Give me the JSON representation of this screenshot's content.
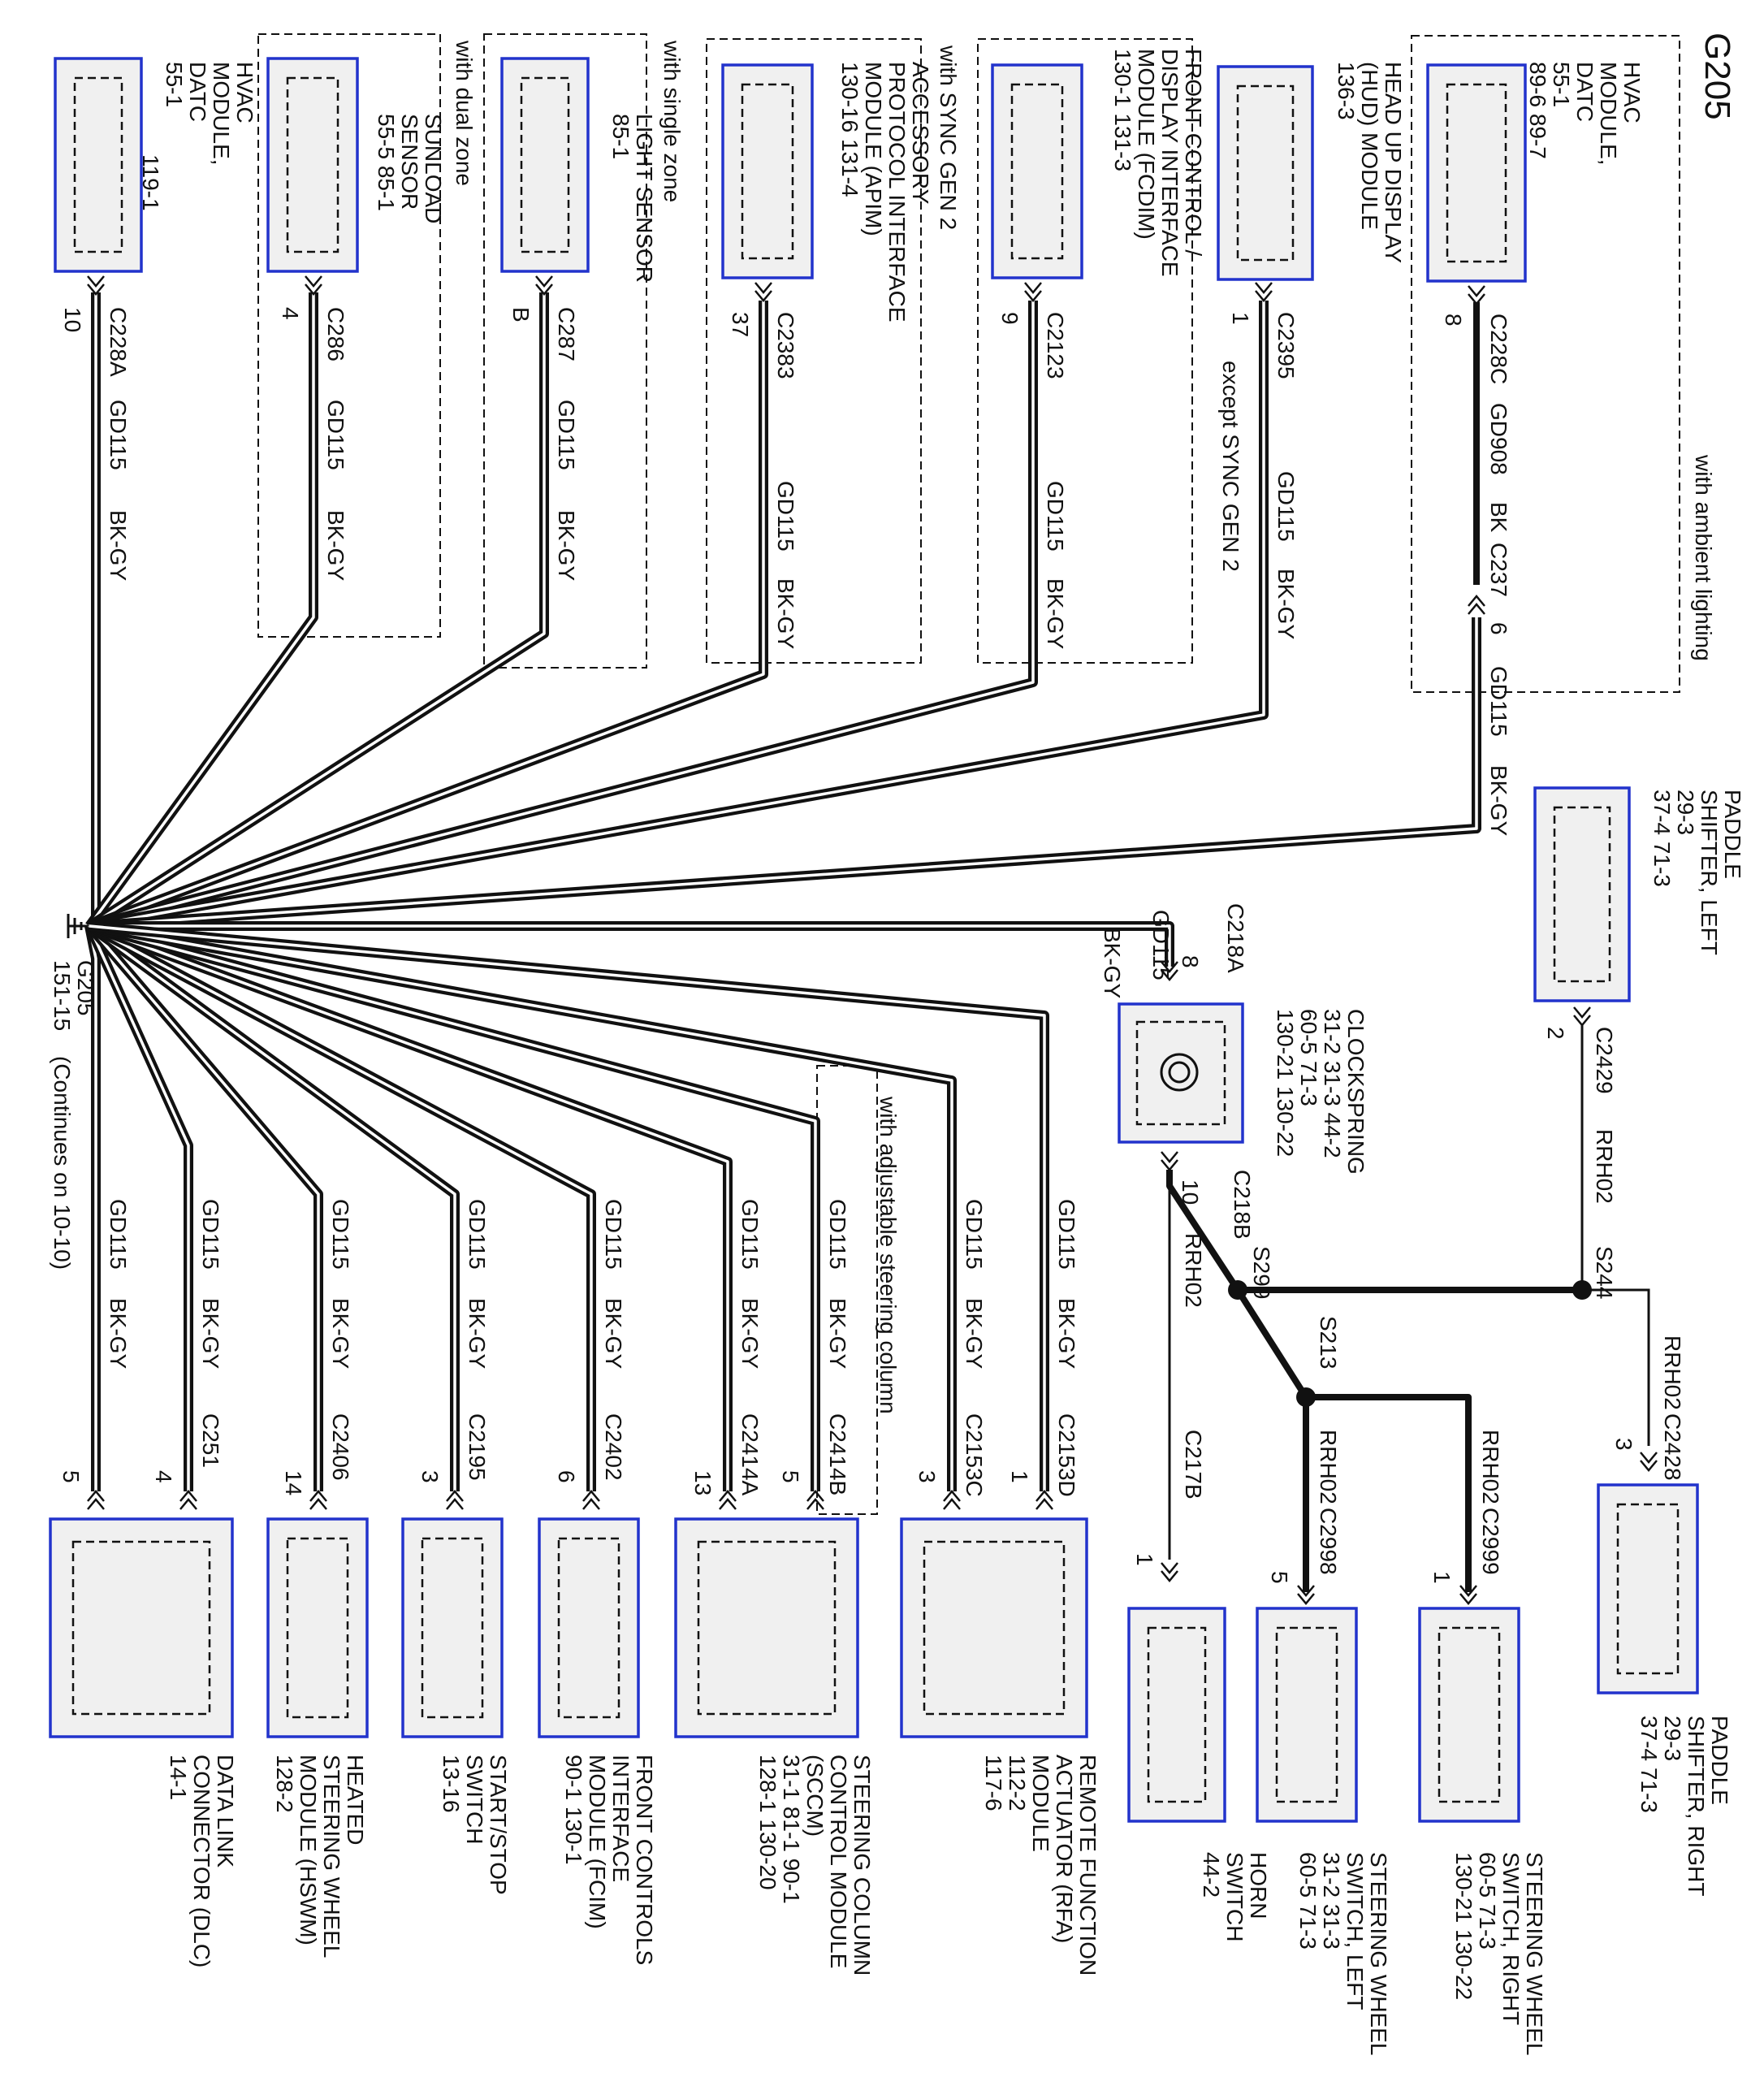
{
  "diagram_title": "G205",
  "ground": {
    "label": "G205",
    "ref": "151-15",
    "note": "(Continues on 10-10)",
    "symbol_name": "ground-icon"
  },
  "top_components": [
    {
      "id": "hvac1",
      "lines": [
        "HVAC",
        "MODULE,",
        "DATC",
        "55-1",
        "119-1"
      ],
      "connector": "C228A",
      "pin": "10",
      "circuit": "GD115",
      "color": "BK-GY"
    },
    {
      "id": "sunload",
      "lines": [
        "SUNLOAD",
        "SENSOR",
        "55-5   85-1"
      ],
      "connector": "C286",
      "pin": "4",
      "circuit": "GD115",
      "color": "BK-GY",
      "region_label": "with dual zone"
    },
    {
      "id": "light",
      "lines": [
        "LIGHT SENSOR",
        "85-1"
      ],
      "connector": "C287",
      "pin": "B",
      "circuit": "GD115",
      "color": "BK-GY",
      "region_label": "with single zone"
    },
    {
      "id": "apim",
      "lines": [
        "ACCESSORY",
        "PROTOCOL INTERFACE",
        "MODULE (APIM)",
        "130-16   131-4"
      ],
      "connector": "C2383",
      "pin": "37",
      "circuit": "GD115",
      "color": "BK-GY",
      "region_label": "with SYNC GEN 2"
    },
    {
      "id": "fcdim",
      "lines": [
        "FRONT CONTROL /",
        "DISPLAY INTERFACE",
        "MODULE (FCDIM)",
        "130-1    131-3"
      ],
      "connector": "C2123",
      "pin": "9",
      "circuit": "GD115",
      "color": "BK-GY",
      "region_label": "except SYNC GEN 2"
    },
    {
      "id": "hud",
      "lines": [
        "HEAD UP DISPLAY",
        "(HUD) MODULE",
        "136-3"
      ],
      "connector": "C2395",
      "pin": "1",
      "circuit": "GD115",
      "color": "BK-GY"
    },
    {
      "id": "hvac2",
      "lines": [
        "HVAC",
        "MODULE,",
        "DATC",
        "55-1",
        "89-6     89-7"
      ],
      "connector": "C228C",
      "pin": "8",
      "circuit": "GD908",
      "color": "BK",
      "inline_connector": "C237",
      "inline_pin": "6",
      "circuit2": "GD115",
      "color2": "BK-GY",
      "region_label": "with ambient lighting"
    }
  ],
  "bottom_components": [
    {
      "id": "dlc",
      "lines": [
        "DATA LINK",
        "CONNECTOR (DLC)",
        "14-1"
      ],
      "connector": "",
      "pin": "5",
      "circuit": "GD115",
      "color": "BK-GY"
    },
    {
      "id": "dlc_b",
      "lines": [],
      "connector": "C251",
      "pin": "4",
      "circuit": "GD115",
      "color": "BK-GY"
    },
    {
      "id": "hswm",
      "lines": [
        "HEATED",
        "STEERING WHEEL",
        "MODULE (HSWM)",
        "128-2"
      ],
      "connector": "C2406",
      "pin": "14",
      "circuit": "GD115",
      "color": "BK-GY"
    },
    {
      "id": "startstop",
      "lines": [
        "START/STOP",
        "SWITCH",
        "13-16"
      ],
      "connector": "C2195",
      "pin": "3",
      "circuit": "GD115",
      "color": "BK-GY"
    },
    {
      "id": "fcim",
      "lines": [
        "FRONT CONTROLS",
        "INTERFACE",
        "MODULE (FCIM)",
        "90-1    130-1"
      ],
      "connector": "C2402",
      "pin": "6",
      "circuit": "GD115",
      "color": "BK-GY"
    },
    {
      "id": "sccm_a",
      "lines": [
        "STEERING COLUMN",
        "CONTROL MODULE",
        "(SCCM)",
        "31-1     81-1       90-1",
        "128-1   130-20"
      ],
      "connector": "C2414A",
      "pin": "13",
      "circuit": "GD115",
      "color": "BK-GY"
    },
    {
      "id": "sccm_b",
      "lines": [],
      "connector": "C2414B",
      "pin": "5",
      "circuit": "GD115",
      "color": "BK-GY",
      "region_label": "with adjustable steering column"
    },
    {
      "id": "rfa_c",
      "lines": [
        "REMOTE FUNCTION",
        "ACTUATOR (RFA)",
        "MODULE",
        "112-2",
        "117-6"
      ],
      "connector": "C2153C",
      "pin": "3",
      "circuit": "GD115",
      "color": "BK-GY"
    },
    {
      "id": "rfa_d",
      "lines": [],
      "connector": "C2153D",
      "pin": "1",
      "circuit": "GD115",
      "color": "BK-GY"
    }
  ],
  "clockspring": {
    "lines": [
      "CLOCKSPRING",
      "31-2     31-3     44-2",
      "60-5     71-3",
      "130-21  130-22"
    ],
    "conn_in": "C218A",
    "pin_in": "8",
    "circuit_in": "GD115",
    "color_in": "BK-GY",
    "conn_out": "C218B",
    "pin_out": "10"
  },
  "paddle_left": {
    "lines": [
      "PADDLE",
      "SHIFTER, LEFT",
      "29-3",
      "37-4     71-3"
    ],
    "connector": "C2429",
    "pin": "2",
    "circuit": "RRH02"
  },
  "paddle_right": {
    "lines": [
      "PADDLE",
      "SHIFTER, RIGHT",
      "29-3",
      "37-4      71-3"
    ],
    "connector": "C2428",
    "pin": "3",
    "circuit": "RRH02"
  },
  "splices": {
    "s244": "S244",
    "s299": "S299",
    "s213": "S213"
  },
  "horn": {
    "lines": [
      "HORN",
      "SWITCH",
      "44-2"
    ],
    "connector": "C217B",
    "pin": "1",
    "circuit": "RRH02"
  },
  "sw_left": {
    "lines": [
      "STEERING WHEEL",
      "SWITCH, LEFT",
      "31-2     31-3",
      "60-5      71-3"
    ],
    "connector": "C2998",
    "pin": "5",
    "circuit": "RRH02"
  },
  "sw_right": {
    "lines": [
      "STEERING WHEEL",
      "SWITCH, RIGHT",
      "60-5      71-3",
      "130-21  130-22"
    ],
    "connector": "C2999",
    "pin": "1",
    "circuit": "RRH02"
  },
  "colors": {
    "box_border": "#2233cc",
    "box_fill": "#f0f0f0",
    "wire": "#111111"
  }
}
